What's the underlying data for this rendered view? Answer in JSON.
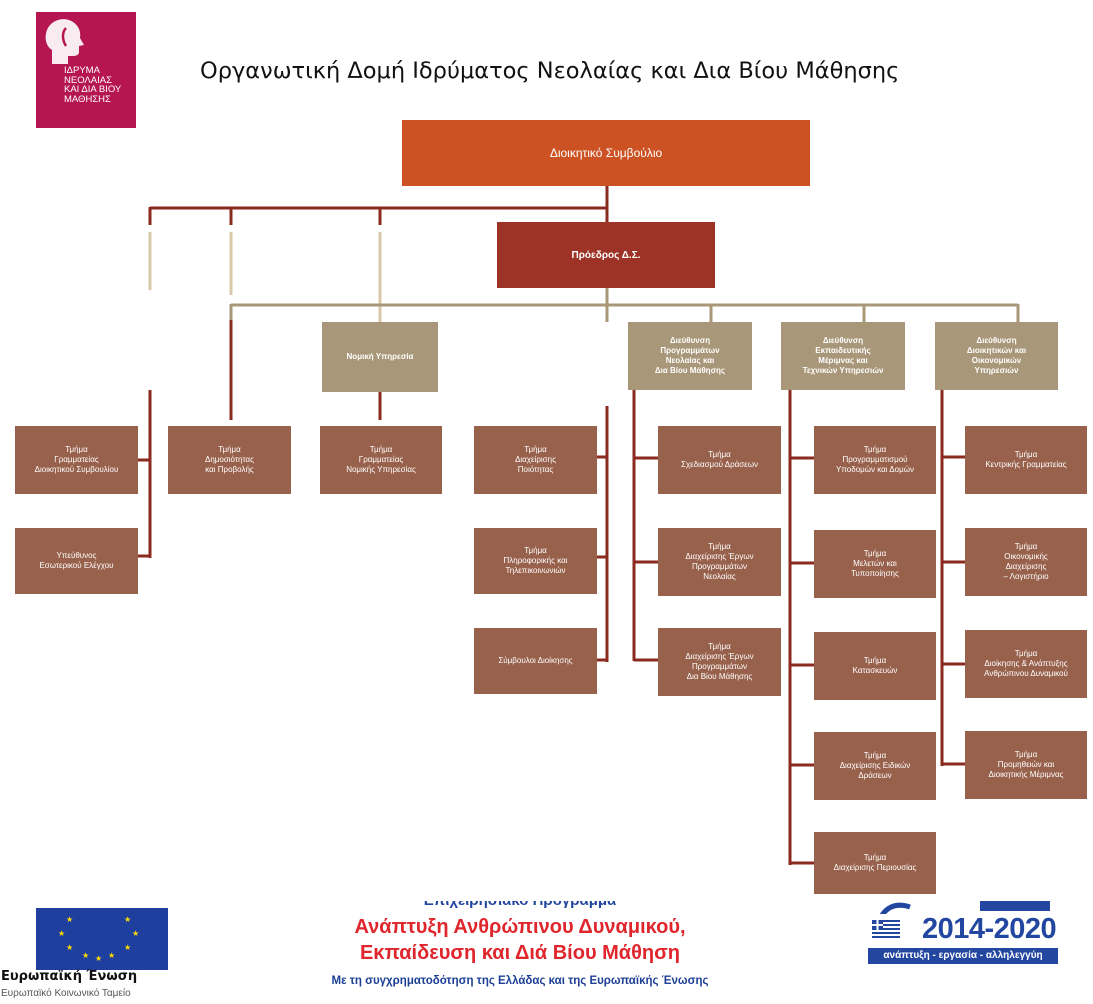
{
  "logo": {
    "lines": [
      "ΙΔΡΥΜΑ",
      "ΝΕΟΛΑΙΑΣ",
      "ΚΑΙ ΔΙΑ ΒΙΟΥ",
      "ΜΑΘΗΣΗΣ"
    ],
    "color": "#b5164f",
    "icon": "head-profile-icon"
  },
  "title": "Οργανωτική Δομή Ιδρύματος Νεολαίας και Δια Βίου Μάθησης",
  "org": {
    "board": "Διοικητικό Συμβούλιο",
    "president": "Πρόεδρος Δ.Σ.",
    "legal_service": "Νομική Υπηρεσία",
    "directorates": {
      "programs": "Διεύθυνση\nΠρογραμμάτων\nΝεολαίας και\nΔια Βίου Μάθησης",
      "education": "Διεύθυνση\nΕκπαιδευτικής\nΜέριμνας και\nΤεχνικών Υπηρεσιών",
      "admin": "Διεύθυνση\nΔιοικητικών και\nΟικονομικών\nΥπηρεσιών"
    },
    "units": {
      "board_secretariat": "Τμήμα\nΓραμματείας\nΔιοικητικού Συμβουλίου",
      "internal_audit": "Υπεύθυνος\nΕσωτερικού Ελέγχου",
      "publicity": "Τμήμα\nΔημοσιότητας\nκαι Προβολής",
      "legal_secretariat": "Τμήμα\nΓραμματείας\nΝομικής Υπηρεσίας",
      "quality": "Τμήμα\nΔιαχείρισης\nΠοιότητας",
      "it": "Τμήμα\nΠληροφορικής και\nΤηλεπικοινωνιών",
      "advisors": "Σύμβουλοι Διοίκησης",
      "planning": "Τμήμα\nΣχεδιασμού Δράσεων",
      "youth_programs": "Τμήμα\nΔιαχείρισης Έργων\nΠρογραμμάτων\nΝεολαίας",
      "lifelong_programs": "Τμήμα\nΔιαχείρισης Έργων\nΠρογραμμάτων\nΔια Βίου Μάθησης",
      "infrastructure": "Τμήμα\nΠρογραμματισμού\nΥποδομών και Δομών",
      "studies": "Τμήμα\nΜελετών και\nΤυποποίησης",
      "construction": "Τμήμα\nΚατασκευών",
      "special_actions": "Τμήμα\nΔιαχείρισης Ειδικών\nΔράσεων",
      "property": "Τμήμα\nΔιαχείρισης Περιουσίας",
      "central_secretariat": "Τμήμα\nΚεντρικής Γραμματείας",
      "accounting": "Τμήμα\nΟικονομικής\nΔιαχείρισης\n– Λογιστήριο",
      "hr": "Τμήμα\nΔιοίκησης & Ανάπτυξης\nΑνθρώπινου Δυναμικού",
      "procurement": "Τμήμα\nΠρομηθειών και\nΔιοικητικής Μέριμνας"
    }
  },
  "footer": {
    "eu_name": "Ευρωπαϊκή Ένωση",
    "eu_fund": "Ευρωπαϊκό Κοινωνικό Ταμείο",
    "program_line1": "Επιχειρησιακό Πρόγραμμα",
    "program_line2": "Ανάπτυξη Ανθρώπινου Δυναμικού,",
    "program_line3": "Εκπαίδευση και Διά Βίου Μάθηση",
    "cofunding": "Με τη συγχρηματοδότηση της Ελλάδας και της Ευρωπαϊκής Ένωσης",
    "espa_years": "2014-2020",
    "espa_tagline": "ανάπτυξη - εργασία - αλληλεγγύη"
  },
  "colors": {
    "board": "#cd5223",
    "president": "#9d3326",
    "directorate": "#a89779",
    "unit": "#98614c",
    "connector_main": "#8b2a1e",
    "connector_secondary": "#a89779",
    "espa_blue": "#2346a0",
    "program_red": "#e0262d"
  }
}
